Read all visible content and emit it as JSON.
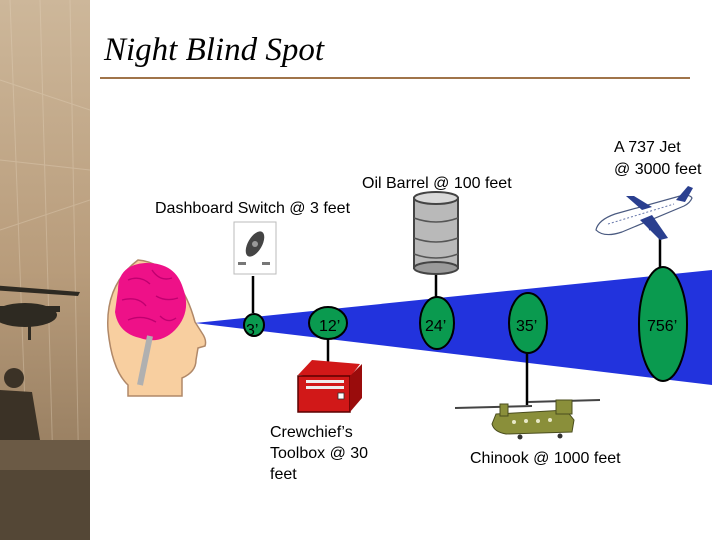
{
  "slide": {
    "title": "Night Blind Spot"
  },
  "objects": {
    "oil_barrel": "Oil Barrel @ 100 feet",
    "dashboard_switch": "Dashboard Switch @ 3 feet",
    "jet_line1": "A 737 Jet",
    "jet_line2": "@ 3000 feet",
    "toolbox_line1": "Crewchief’s",
    "toolbox_line2": "Toolbox @ 30",
    "toolbox_line3": "feet",
    "chinook": "Chinook @ 1000 feet"
  },
  "diameters": {
    "d1": "3’",
    "d2": "12’",
    "d3": "24’",
    "d4": "35’",
    "d5": "756’"
  },
  "colors": {
    "cone": "#2233dd",
    "ellipse": "#0a9a4f",
    "brain": "#ee1188",
    "head": "#f8cfa0",
    "title_rule": "#a0744a"
  }
}
